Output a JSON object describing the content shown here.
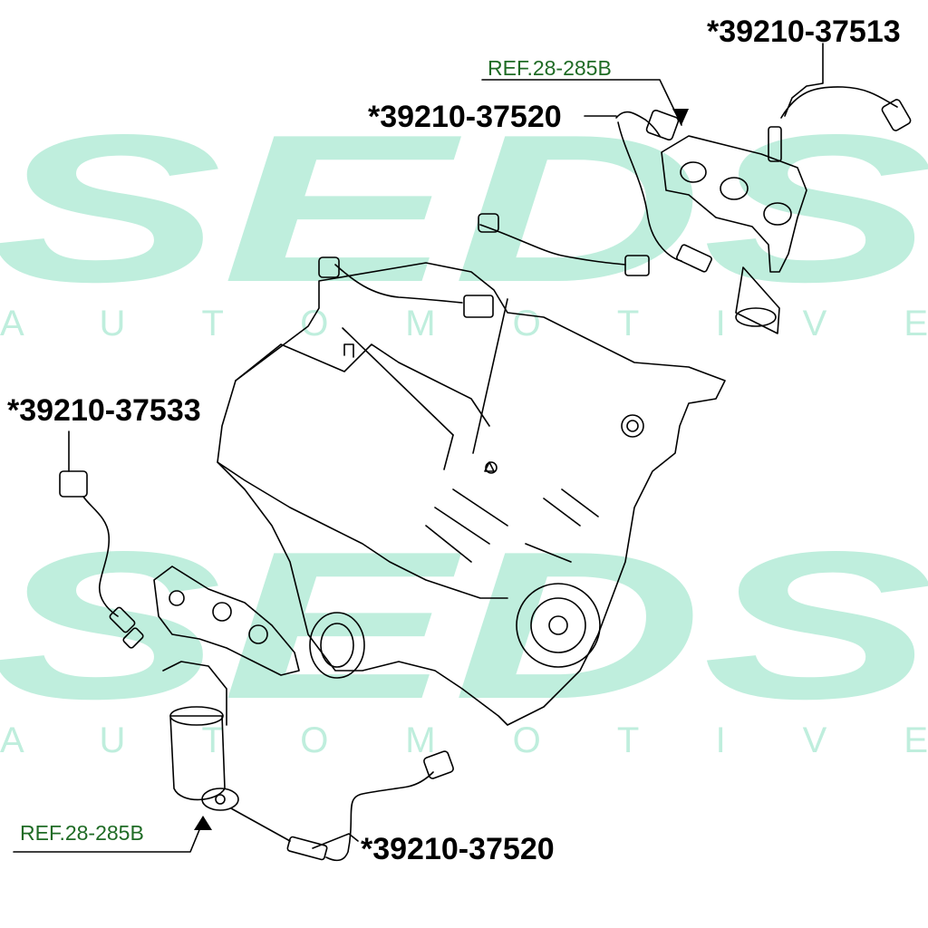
{
  "watermark": {
    "brand": "SEDS",
    "tagline": "A U T O M O T I V E",
    "color": "#bfeedd"
  },
  "labels": {
    "part_top_right": "*39210-37513",
    "ref_top": "REF.28-285B",
    "part_top_middle": "*39210-37520",
    "part_left": "*39210-37533",
    "ref_bottom": "REF.28-285B",
    "part_bottom": "*39210-37520"
  },
  "colors": {
    "line": "#000000",
    "ref_text": "#1f6b25"
  },
  "icons": {
    "oxygen_sensor": "oxygen-sensor-icon",
    "engine": "engine-block-icon",
    "exhaust_manifold": "exhaust-manifold-icon",
    "catalytic_converter": "catalytic-converter-icon"
  }
}
